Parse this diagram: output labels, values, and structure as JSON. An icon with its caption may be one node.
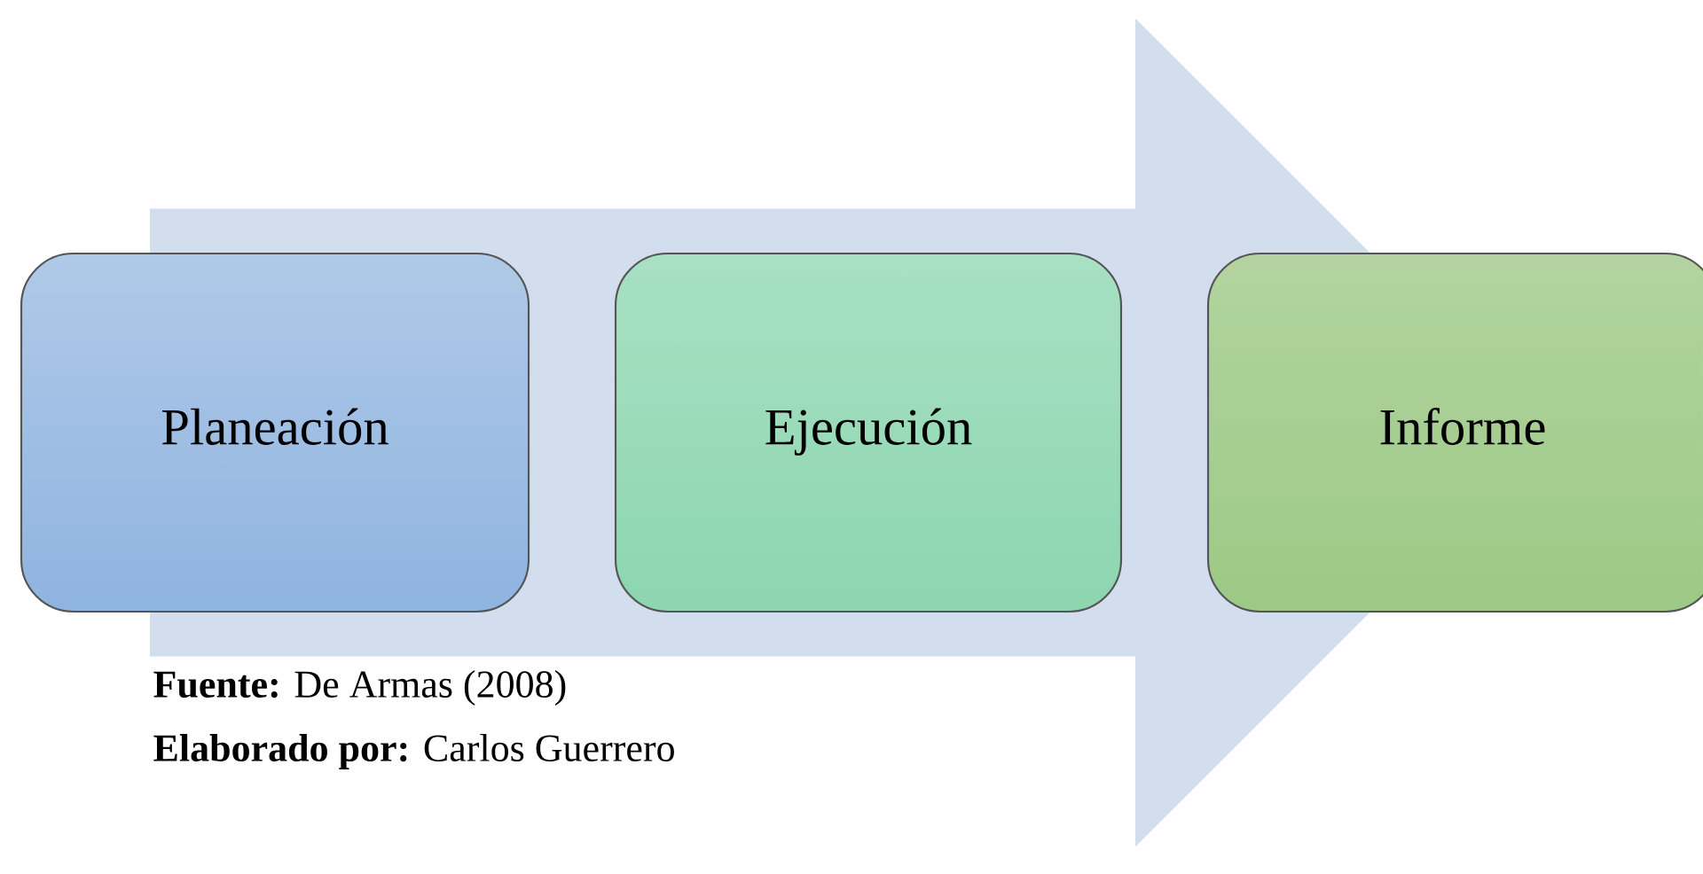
{
  "diagram": {
    "nodes": [
      {
        "text": [
          "Planeación"
        ]
      },
      {
        "text": [
          "Ejecución"
        ]
      },
      {
        "text": [
          "Informe"
        ]
      }
    ],
    "edges": [
      {
        "from": 0,
        "to": 2,
        "arrow": "to"
      }
    ],
    "labels": [
      "**Fuente:** De Armas (2008)",
      "**Elaborado por:** Carlos Guerrero"
    ]
  }
}
